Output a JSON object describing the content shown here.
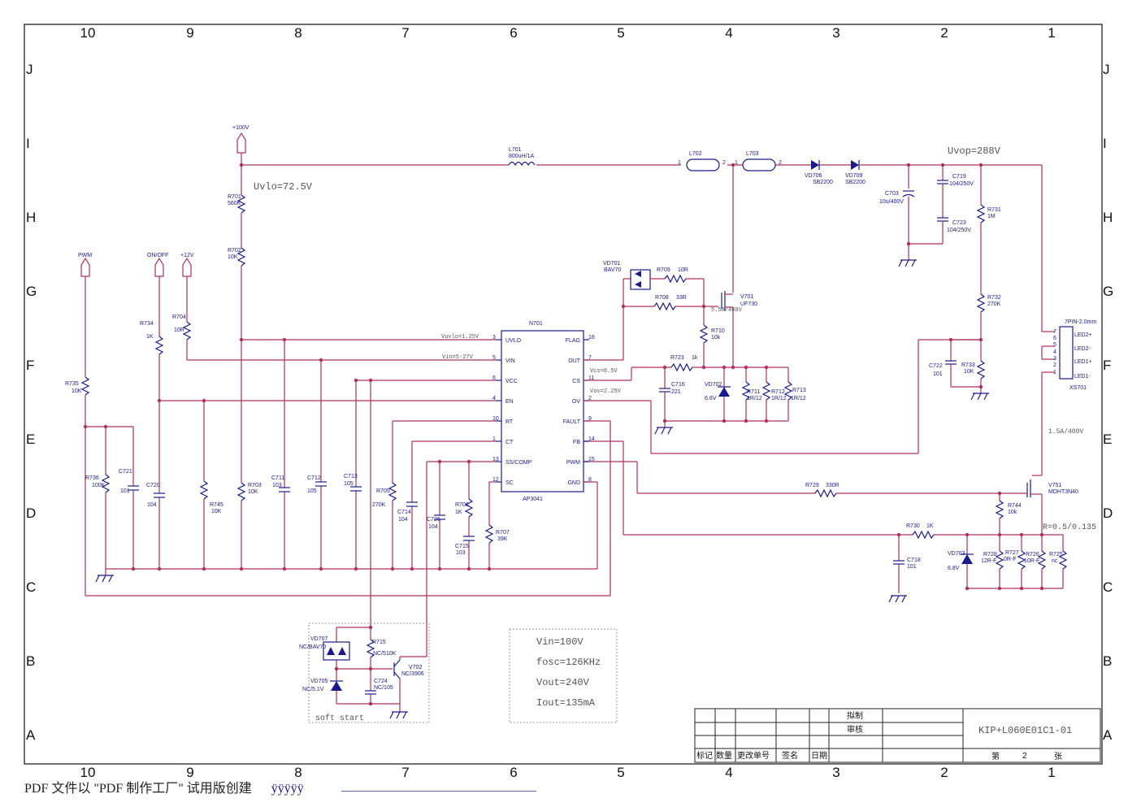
{
  "frame": {
    "col_labels": [
      "10",
      "9",
      "8",
      "7",
      "6",
      "5",
      "4",
      "3",
      "2",
      "1"
    ],
    "row_labels": [
      "J",
      "I",
      "H",
      "G",
      "F",
      "E",
      "D",
      "C",
      "B",
      "A"
    ]
  },
  "ic": {
    "ref": "N701",
    "part": "AP3041",
    "pins_left": [
      {
        "num": "3",
        "name": "UVLO"
      },
      {
        "num": "5",
        "name": "VIN"
      },
      {
        "num": "6",
        "name": "VCC"
      },
      {
        "num": "4",
        "name": "EN"
      },
      {
        "num": "10",
        "name": "RT"
      },
      {
        "num": "1",
        "name": "CT"
      },
      {
        "num": "13",
        "name": "SS/COMP"
      },
      {
        "num": "12",
        "name": "SC"
      }
    ],
    "pins_right": [
      {
        "num": "16",
        "name": "FLAG"
      },
      {
        "num": "7",
        "name": "OUT"
      },
      {
        "num": "11",
        "name": "CS"
      },
      {
        "num": "2",
        "name": "OV"
      },
      {
        "num": "9",
        "name": "FAULT"
      },
      {
        "num": "14",
        "name": "FB"
      },
      {
        "num": "15",
        "name": "PWM"
      },
      {
        "num": "8",
        "name": "GND"
      }
    ]
  },
  "nets": {
    "plus100v": "+100V",
    "pwm": "PWM",
    "onoff": "ON/OFF",
    "plus12v": "+12V",
    "uvlo_note": "Uvlo=72.5V",
    "uvop_note": "Uvop=288V",
    "vuvlo": "Vuvlo=1.25V",
    "vin_range": "Vin=5-27V",
    "vcs": "Vcs=0.5V",
    "vov": "Vov=2.25V",
    "v701_rating": "5.5A/400V",
    "v751_rating": "1.5A/400V",
    "r_note": "R=0.5/0.135",
    "soft_start": "soft start"
  },
  "components": {
    "l701": {
      "ref": "L701",
      "val": "800uH/1A"
    },
    "l702": {
      "ref": "L702"
    },
    "l703": {
      "ref": "L703"
    },
    "vd706": {
      "ref": "VD706",
      "val": "SB2200"
    },
    "vd709": {
      "ref": "VD709",
      "val": "SB2200"
    },
    "c703": {
      "ref": "C703",
      "val": "10u/400V"
    },
    "c719": {
      "ref": "C719",
      "val": "104/250V"
    },
    "c723": {
      "ref": "C723",
      "val": "104/250V"
    },
    "r731": {
      "ref": "R731",
      "val": "1M"
    },
    "r732": {
      "ref": "R732",
      "val": "270K"
    },
    "r733": {
      "ref": "R733",
      "val": "10K"
    },
    "c722": {
      "ref": "C722",
      "val": "101"
    },
    "r701": {
      "ref": "R701",
      "val": "560K"
    },
    "r702": {
      "ref": "R702",
      "val": "10K"
    },
    "r703": {
      "ref": "R703",
      "val": "10K"
    },
    "r704": {
      "ref": "R704",
      "val": "10R"
    },
    "r734": {
      "ref": "R734",
      "val": "1K"
    },
    "r735": {
      "ref": "R735",
      "val": "10K"
    },
    "r736": {
      "ref": "R736",
      "val": "100K"
    },
    "c721": {
      "ref": "C721",
      "val": "101"
    },
    "c720": {
      "ref": "C720",
      "val": "104"
    },
    "r745": {
      "ref": "R745",
      "val": "10K"
    },
    "c711": {
      "ref": "C711",
      "val": "103"
    },
    "c712": {
      "ref": "C712",
      "val": "105"
    },
    "c713": {
      "ref": "C713",
      "val": "105"
    },
    "r705": {
      "ref": "R705",
      "val": "270K"
    },
    "c714": {
      "ref": "C714",
      "val": "104"
    },
    "c726": {
      "ref": "C726",
      "val": "104"
    },
    "r706": {
      "ref": "R706",
      "val": "1K"
    },
    "c715": {
      "ref": "C715",
      "val": "103"
    },
    "r707": {
      "ref": "R707",
      "val": "39K"
    },
    "vd701": {
      "ref": "VD701",
      "val": "BAV70"
    },
    "r709": {
      "ref": "R709",
      "val": "10R"
    },
    "r708": {
      "ref": "R708",
      "val": "33R"
    },
    "v701": {
      "ref": "V701",
      "val": "UF730"
    },
    "r710": {
      "ref": "R710",
      "val": "10k"
    },
    "r723": {
      "ref": "R723",
      "val": "1k"
    },
    "c716": {
      "ref": "C716",
      "val": "221"
    },
    "vd702": {
      "ref": "VD702",
      "val": "6.8V"
    },
    "r711": {
      "ref": "R711",
      "val": "1R/12"
    },
    "r712": {
      "ref": "R712",
      "val": "1R/12"
    },
    "r713": {
      "ref": "R713",
      "val": "1R/12"
    },
    "xs701": {
      "ref": "XS701",
      "type": "7PIN-2.0mm",
      "pins": [
        "LED2+",
        "LED2-",
        "LED1+",
        "LED1-"
      ],
      "pin_nums": [
        "7",
        "6",
        "5",
        "4",
        "3",
        "2",
        "1"
      ]
    },
    "r729": {
      "ref": "R729",
      "val": "330R"
    },
    "v751": {
      "ref": "V751",
      "val": "MDHT3N40"
    },
    "r744": {
      "ref": "R744",
      "val": "10k"
    },
    "r730": {
      "ref": "R730",
      "val": "1K"
    },
    "c718": {
      "ref": "C718",
      "val": "101"
    },
    "vd703": {
      "ref": "VD703",
      "val": "6.8V"
    },
    "r728": {
      "ref": "R728",
      "val": "12R-F"
    },
    "r727": {
      "ref": "R727",
      "val": "0R-F"
    },
    "r726": {
      "ref": "R726",
      "val": "10R-F"
    },
    "r725": {
      "ref": "R725",
      "val": "nc"
    },
    "vd707": {
      "ref": "VD707",
      "val": "NC/BAV70"
    },
    "vd705": {
      "ref": "VD705",
      "val": "NC/5.1V"
    },
    "r715": {
      "ref": "R715",
      "val": "NC/510K"
    },
    "c724": {
      "ref": "C724",
      "val": "NC/105"
    },
    "v702": {
      "ref": "V702",
      "val": "NC/3906"
    }
  },
  "specs": [
    "Vin=100V",
    "fosc=126KHz",
    "Vout=240V",
    "Iout=135mA"
  ],
  "title_block": {
    "draw": "拟制",
    "check": "审核",
    "doc_no": "KIP+L060E01C1-01",
    "cols": [
      "标记",
      "数量",
      "更改单号",
      "签名",
      "日期"
    ],
    "sheet_prefix": "第",
    "sheet_no": "2",
    "sheet_suffix": "张"
  },
  "footer": {
    "text": "PDF 文件以 \"PDF 制作工厂\" 试用版创建",
    "name": "ÿÿÿÿÿ"
  }
}
